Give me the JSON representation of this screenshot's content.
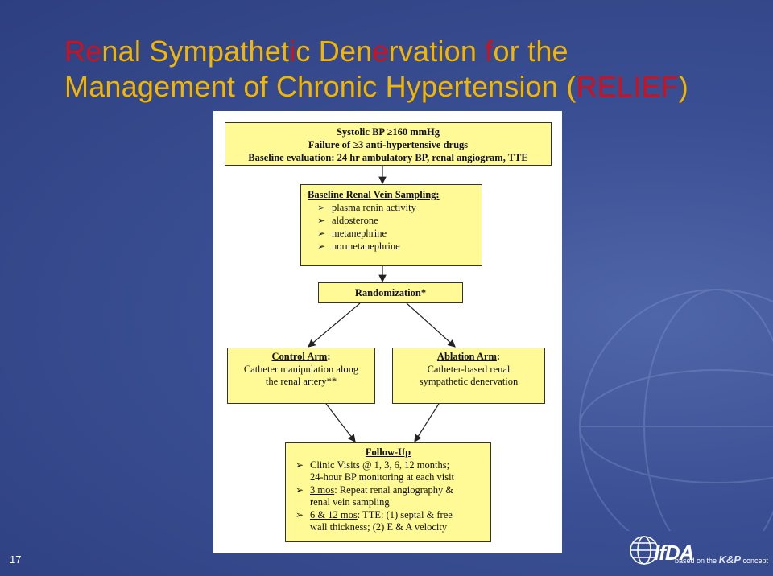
{
  "title": {
    "line1_parts": [
      "Re",
      "nal Sympathet",
      "i",
      "c Den",
      "e",
      "rvation ",
      "f",
      "or the"
    ],
    "line2_prefix": "Management of Chronic Hypertension (",
    "line2_highlight": "RELIEF",
    "line2_suffix": ")"
  },
  "flowchart": {
    "eligibility": {
      "line1": "Systolic BP ≥160 mmHg",
      "line2": "Failure of ≥3 anti-hypertensive drugs",
      "line3": "Baseline evaluation: 24 hr ambulatory BP, renal angiogram, TTE"
    },
    "sampling": {
      "header": "Baseline Renal Vein Sampling:",
      "items": [
        "plasma renin activity",
        "aldosterone",
        "metanephrine",
        "normetanephrine"
      ]
    },
    "randomization": "Randomization*",
    "control": {
      "header": "Control Arm",
      "line1": "Catheter manipulation along",
      "line2": "the renal artery**"
    },
    "ablation": {
      "header": "Ablation Arm",
      "line1": "Catheter-based renal",
      "line2": "sympathetic denervation"
    },
    "followup": {
      "header": "Follow-Up",
      "item1_a": "Clinic Visits @ 1, 3, 6, 12 months;",
      "item1_b": "24-hour BP monitoring at each visit",
      "item2_key": "3 mos",
      "item2_a": ": Repeat renal angiography &",
      "item2_b": "renal vein sampling",
      "item3_key": "6 & 12 mos",
      "item3_a": ": TTE: (1) septal & free",
      "item3_b": "wall thickness; (2) E & A velocity"
    },
    "bullet_icon": "triangle-arrow-icon"
  },
  "footer": {
    "slide_number": "17",
    "logo_text": "IfDA",
    "logo_tag_prefix": "based on the",
    "logo_tag_mark": "K&P",
    "logo_tag_suffix": "concept"
  },
  "colors": {
    "title": "#f2b600",
    "title_highlight": "#d0101a",
    "box_fill": "#fffa96",
    "background": "#3a4f93"
  }
}
